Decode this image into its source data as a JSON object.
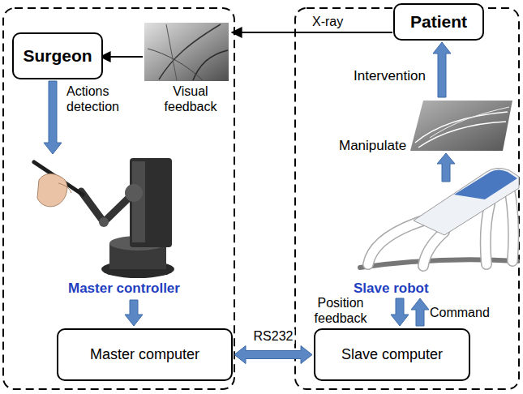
{
  "diagram": {
    "nodes": [
      {
        "text": [
          "Surgeon"
        ]
      },
      {
        "text": [
          "Patient"
        ]
      },
      {
        "text": [
          "Master computer"
        ]
      },
      {
        "text": [
          "Slave computer"
        ]
      }
    ],
    "edges": [
      {
        "from": 2,
        "to": 3,
        "label": "RS232",
        "arrow": "both"
      }
    ],
    "labels": [
      "X-ray",
      "Visual feedback",
      "Actions detection",
      "Intervention",
      "Manipulate",
      "Master controller",
      "Slave robot",
      "Position feedback",
      "Command"
    ]
  }
}
